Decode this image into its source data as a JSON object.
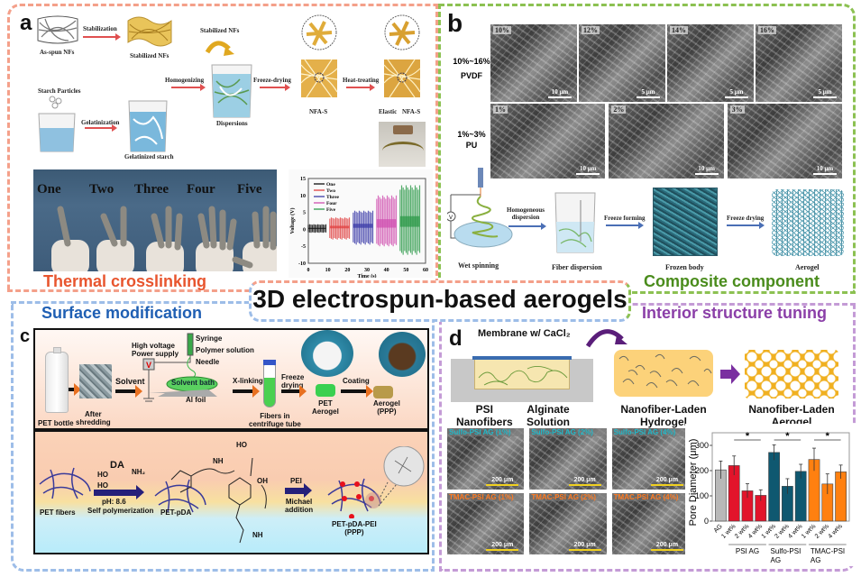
{
  "title": "3D electrospun-based aerogels",
  "colors": {
    "thermal": "#f4a08a",
    "composite": "#8cc152",
    "surface": "#9dbde8",
    "interior": "#c49bd6",
    "thermal_text": "#e8552e",
    "composite_text": "#4a8c1c",
    "surface_text": "#1f5fb3",
    "interior_text": "#8b3fa8"
  },
  "panel_a": {
    "letter": "a",
    "category": "Thermal crosslinking",
    "labels": {
      "as_spun": "As-spun NFs",
      "stabilization": "Stabilization",
      "stabilized": "Stabilized NFs",
      "stabilized_top": "Stabilized NFs",
      "starch": "Starch Particles",
      "gelatinization": "Gelatinization",
      "gelatinized": "Gelatinized starch",
      "homogenizing": "Homogenizing",
      "dispersions": "Dispersions",
      "freeze_drying": "Freeze-drying",
      "nfa_s": "NFA-S",
      "heat_treating": "Heat-treating",
      "elastic": "Elastic",
      "elastic_nfa": "NFA-S"
    },
    "fingers": [
      "One",
      "Two",
      "Three",
      "Four",
      "Five"
    ]
  },
  "panel_b": {
    "letter": "b",
    "category": "Composite component",
    "row1_label": [
      "10%~16%",
      "PVDF"
    ],
    "row2_label": [
      "1%~3%",
      "PU"
    ],
    "row1_images": [
      {
        "tag": "10%",
        "scale": "10 μm"
      },
      {
        "tag": "12%",
        "scale": "5 μm"
      },
      {
        "tag": "14%",
        "scale": "5 μm"
      },
      {
        "tag": "16%",
        "scale": "5 μm"
      }
    ],
    "row2_images": [
      {
        "tag": "1%",
        "scale": "10 μm"
      },
      {
        "tag": "2%",
        "scale": "10 μm"
      },
      {
        "tag": "3%",
        "scale": "10 μm"
      }
    ],
    "process": {
      "wet_spinning": "Wet spinning",
      "homogeneous": "Homogeneous",
      "dispersion": "dispersion",
      "fiber_dispersion": "Fiber dispersion",
      "freeze_forming": "Freeze forming",
      "frozen_body": "Frozen body",
      "freeze_drying": "Freeze drying",
      "aerogel": "Aerogel",
      "voltmeter": "V"
    }
  },
  "panel_c": {
    "letter": "c",
    "category": "Surface modification",
    "top": {
      "pet_bottle": "PET bottle",
      "after": "After",
      "shredding": "shredding",
      "solvent": "Solvent",
      "high_voltage": "High voltage",
      "power_supply": "Power supply",
      "syringe": "Syringe",
      "polymer_solution": "Polymer solution",
      "needle": "Needle",
      "solvent_bath": "Solvent bath",
      "al_foil": "Al foil",
      "x_linking": "X-linking",
      "fibers_in": "Fibers in",
      "centrifuge_tube": "centrifuge tube",
      "freeze": "Freeze",
      "drying": "drying",
      "pet": "PET",
      "aerogel": "Aerogel",
      "coating": "Coating",
      "aerogel2": "Aerogel",
      "ppp": "(PPP)",
      "v": "V"
    },
    "bottom": {
      "pet_fibers": "PET fibers",
      "da": "DA",
      "ho1": "HO",
      "ho2": "HO",
      "nh2": "NH₂",
      "ph": "pH: 8.6",
      "self_poly": "Self polymerization",
      "pet_pda": "PET-pDA",
      "pei": "PEI",
      "michael": "Michael",
      "addition": "addition",
      "pet_pda_pei": "PET-pDA-PEI",
      "ppp": "(PPP)",
      "nh": "NH",
      "oh": "OH",
      "ho3": "HO"
    }
  },
  "panel_d": {
    "letter": "d",
    "category": "Interior structure tuning",
    "labels": {
      "membrane": "Membrane w/ CaCl₂",
      "psi": "PSI",
      "nanofibers": "Nanofibers",
      "alginate": "Alginate",
      "solution": "Solution",
      "hydrogel1": "Nanofiber-Laden",
      "hydrogel2": "Hydrogel",
      "aerogel1": "Nanofiber-Laden",
      "aerogel2": "Aerogel"
    },
    "sem_row1": [
      {
        "tag": "Sulfo-PSI AG (1%)",
        "scale": "200 μm"
      },
      {
        "tag": "Sulfo-PSI AG (2%)",
        "scale": "200 μm"
      },
      {
        "tag": "Sulfo-PSI AG (4%)",
        "scale": "200 μm"
      }
    ],
    "sem_row2": [
      {
        "tag": "TMAC-PSI AG (1%)",
        "scale": "200 μm"
      },
      {
        "tag": "TMAC-PSI AG (2%)",
        "scale": "200 μm"
      },
      {
        "tag": "TMAC-PSI AG (4%)",
        "scale": "200 μm"
      }
    ]
  },
  "chart_data": [
    {
      "type": "line",
      "title": "",
      "xlabel": "Time (s)",
      "ylabel": "Voltage (V)",
      "xlim": [
        0,
        60
      ],
      "ylim": [
        -10,
        15
      ],
      "xticks": [
        0,
        10,
        20,
        30,
        40,
        50,
        60
      ],
      "yticks": [
        -10,
        -5,
        0,
        5,
        10,
        15
      ],
      "legend_position": "top-left",
      "series": [
        {
          "name": "One",
          "color": "#111111",
          "t_range": [
            0,
            9
          ],
          "vmin": -1,
          "vmax": 1.5
        },
        {
          "name": "Two",
          "color": "#e04040",
          "t_range": [
            11,
            21
          ],
          "vmin": -3,
          "vmax": 3.5
        },
        {
          "name": "Three",
          "color": "#3c3ca8",
          "t_range": [
            23,
            33
          ],
          "vmin": -4.5,
          "vmax": 5.5
        },
        {
          "name": "Four",
          "color": "#d050b0",
          "t_range": [
            35,
            45
          ],
          "vmin": -5,
          "vmax": 10
        },
        {
          "name": "Five",
          "color": "#2e9a4a",
          "t_range": [
            47,
            57
          ],
          "vmin": -7.5,
          "vmax": 13
        }
      ]
    },
    {
      "type": "bar",
      "title": "",
      "xlabel": "",
      "ylabel": "Pore Diameter (μm)",
      "ylim": [
        0,
        350
      ],
      "yticks": [
        0,
        100,
        200,
        300
      ],
      "categories": [
        "AG",
        "1 wt%",
        "2 wt%",
        "4 wt%",
        "1 wt%",
        "2 wt%",
        "4 wt%",
        "1 wt%",
        "2 wt%",
        "4 wt%"
      ],
      "groups": [
        {
          "name": "",
          "members": [
            0
          ]
        },
        {
          "name": "PSI AG",
          "members": [
            1,
            2,
            3
          ]
        },
        {
          "name": "Sulfo-PSI AG",
          "members": [
            4,
            5,
            6
          ]
        },
        {
          "name": "TMAC-PSI AG",
          "members": [
            7,
            8,
            9
          ]
        }
      ],
      "values": [
        203,
        220,
        120,
        102,
        272,
        138,
        197,
        244,
        147,
        195
      ],
      "errors": [
        35,
        38,
        28,
        22,
        30,
        30,
        28,
        45,
        40,
        27
      ],
      "colors": [
        "#b8b8b8",
        "#e2142b",
        "#e2142b",
        "#e2142b",
        "#0f5870",
        "#0f5870",
        "#0f5870",
        "#ff8010",
        "#ff8010",
        "#ff8010"
      ],
      "significance": [
        {
          "from": 1,
          "to": 3,
          "label": "*"
        },
        {
          "from": 4,
          "to": 6,
          "label": "*"
        },
        {
          "from": 7,
          "to": 9,
          "label": "*"
        }
      ]
    }
  ]
}
